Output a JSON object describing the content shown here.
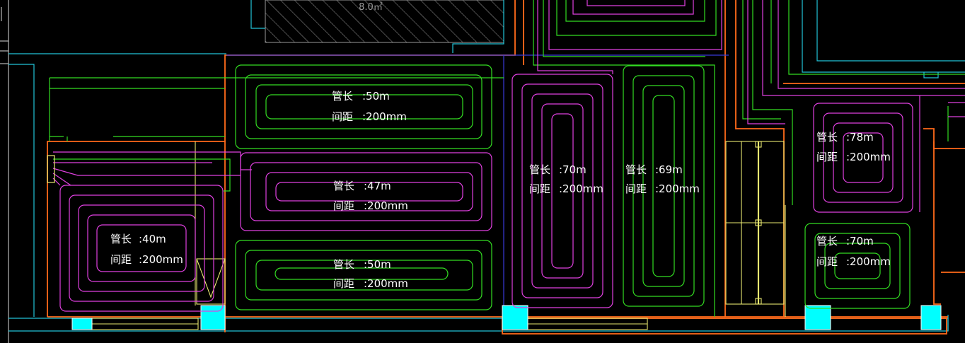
{
  "drawing": {
    "hatched_area_label": "8.0㎡",
    "colors": {
      "background": "#000000",
      "orange_wall": "#ff6a1a",
      "green_pipe": "#33dd22",
      "magenta_pipe": "#e040e0",
      "cyan_line": "#22c4d8",
      "cyan_fill": "#00ffff",
      "yellow_line": "#e8e870",
      "blue_line": "#3a3ad8",
      "white_text": "#ffffff",
      "hatch_gray": "#9a9a9a"
    },
    "zones": [
      {
        "id": "zone-1",
        "length_label": "管长",
        "length_value": ":40m",
        "spacing_label": "间距",
        "spacing_value": ":200mm"
      },
      {
        "id": "zone-2",
        "length_label": "管长",
        "length_value": ":50m",
        "spacing_label": "间距",
        "spacing_value": ":200mm"
      },
      {
        "id": "zone-3",
        "length_label": "管长",
        "length_value": ":47m",
        "spacing_label": "间距",
        "spacing_value": ":200mm"
      },
      {
        "id": "zone-4",
        "length_label": "管长",
        "length_value": ":50m",
        "spacing_label": "间距",
        "spacing_value": ":200mm"
      },
      {
        "id": "zone-5",
        "length_label": "管长",
        "length_value": ":70m",
        "spacing_label": "间距",
        "spacing_value": ":200mm"
      },
      {
        "id": "zone-6",
        "length_label": "管长",
        "length_value": ":69m",
        "spacing_label": "间距",
        "spacing_value": ":200mm"
      },
      {
        "id": "zone-7",
        "length_label": "管长",
        "length_value": ":78m",
        "spacing_label": "间距",
        "spacing_value": ":200mm"
      },
      {
        "id": "zone-8",
        "length_label": "管长",
        "length_value": ":70m",
        "spacing_label": "间距",
        "spacing_value": ":200mm"
      }
    ]
  }
}
